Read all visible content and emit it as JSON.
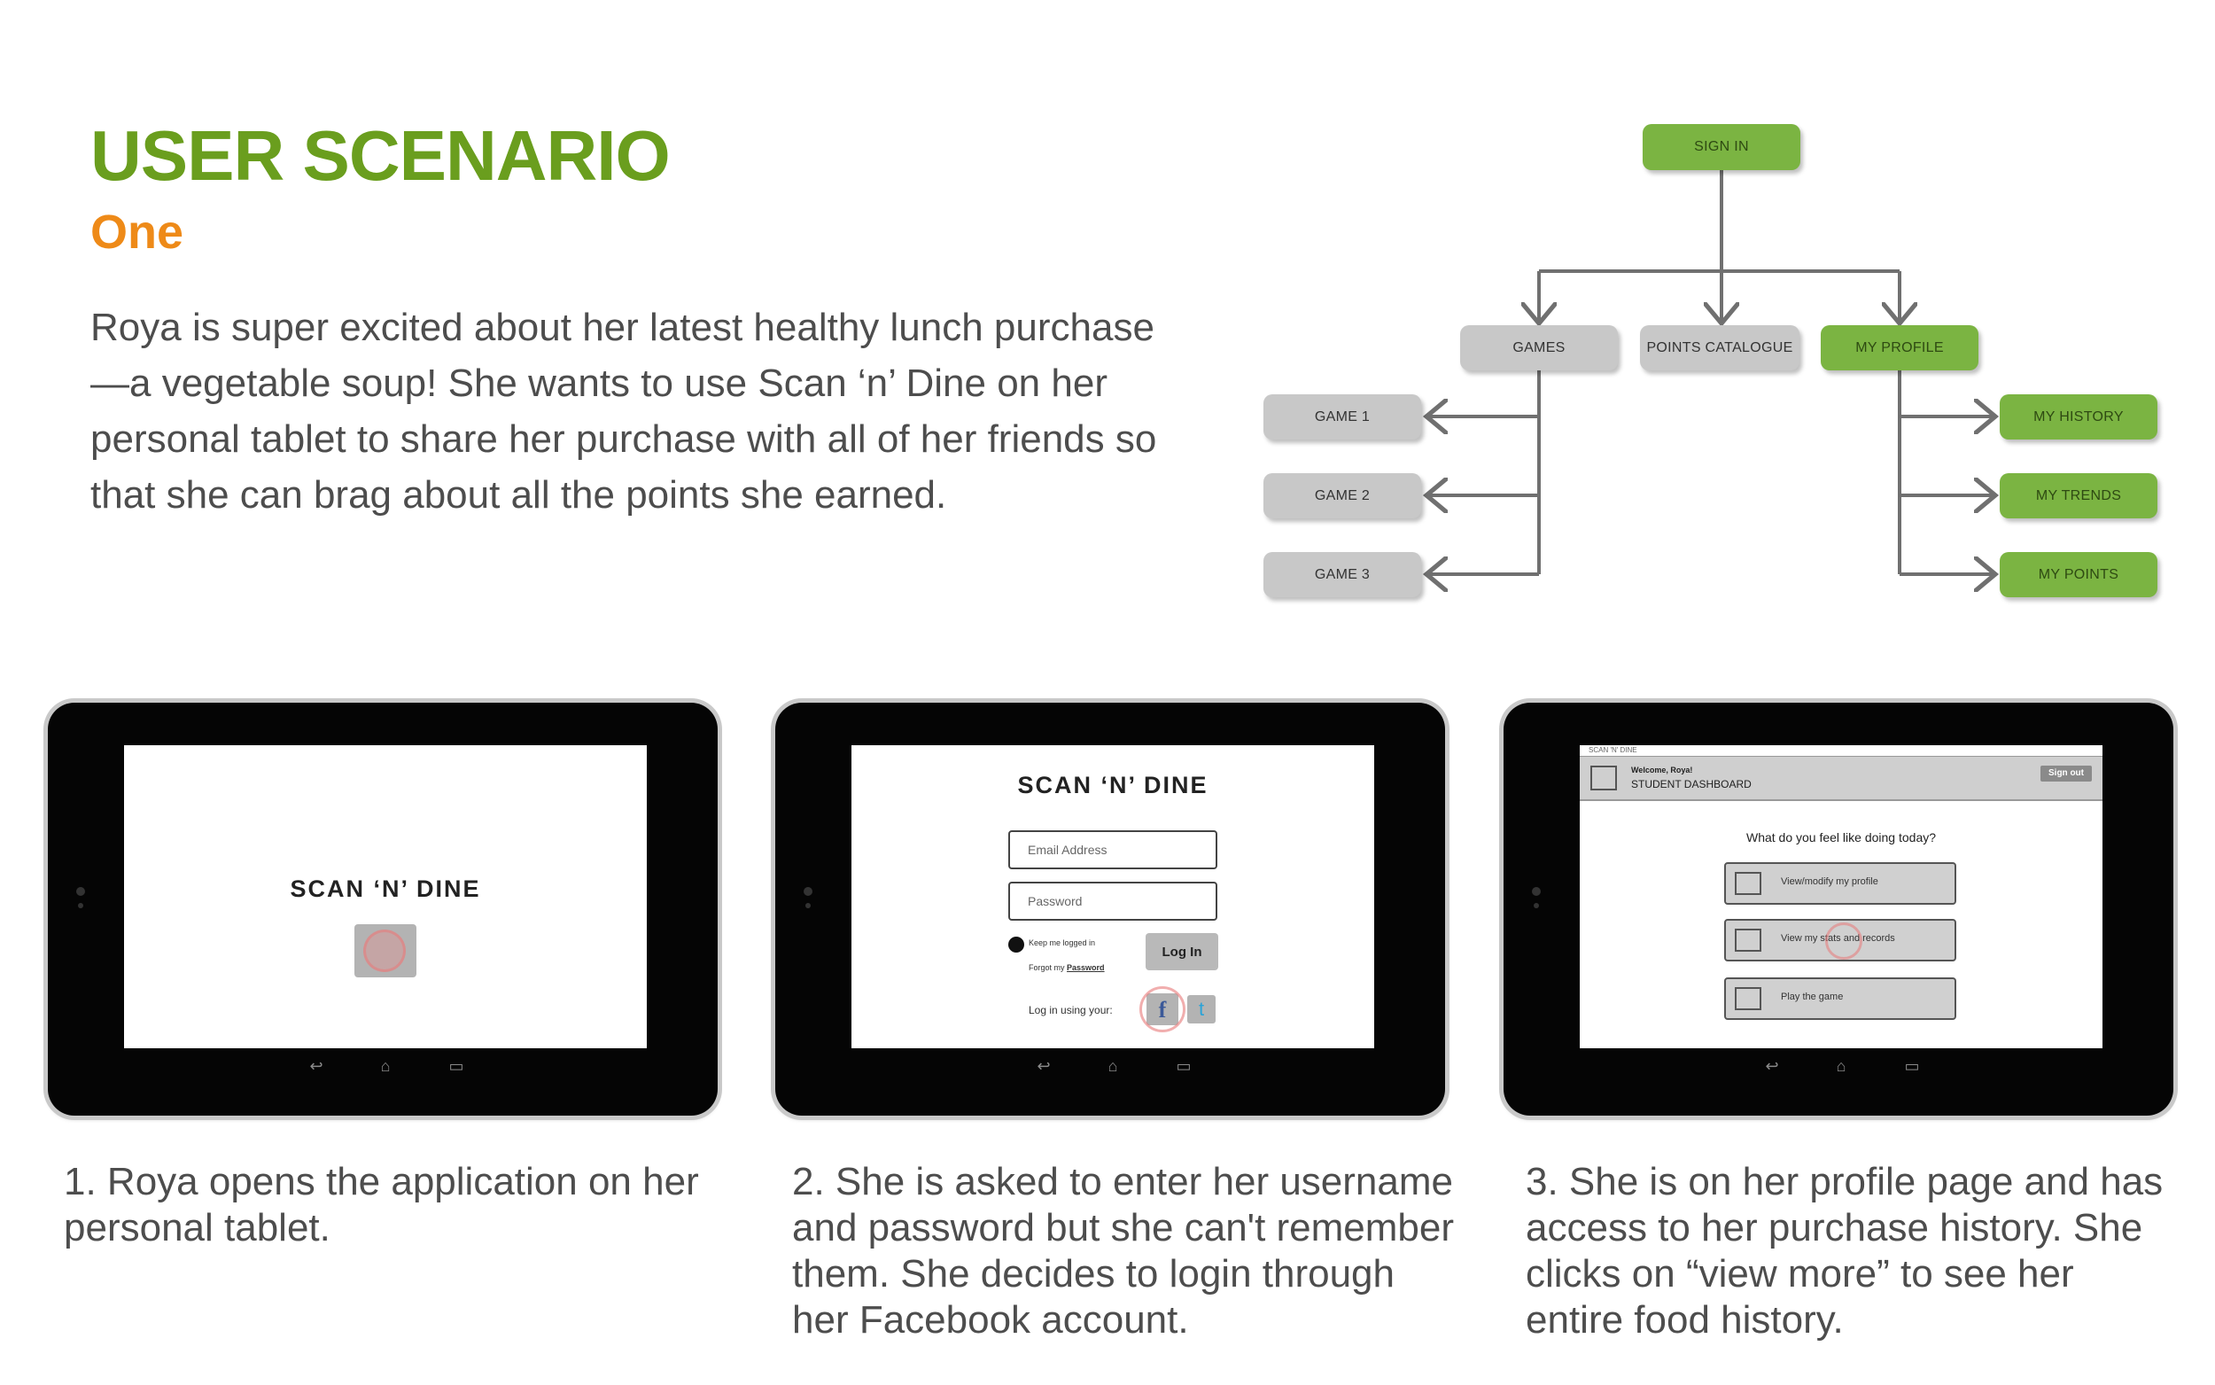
{
  "header": {
    "title": "USER SCENARIO",
    "subtitle": "One",
    "intro": "Roya is super excited about her latest healthy lunch purchase—a vegetable soup! She wants to use Scan ‘n’ Dine on her personal tablet to share her purchase with all of her friends so that she can brag about all the points she earned."
  },
  "flow": {
    "sign_in": "SIGN IN",
    "games": "GAMES",
    "points_catalogue": "POINTS CATALOGUE",
    "my_profile": "MY PROFILE",
    "game_1": "GAME 1",
    "game_2": "GAME 2",
    "game_3": "GAME 3",
    "my_history": "MY HISTORY",
    "my_trends": "MY TRENDS",
    "my_points": "MY POINTS",
    "colors": {
      "green": "#7bb442",
      "gray": "#c8c8c8",
      "line": "#707070"
    }
  },
  "screen1": {
    "app_name": "SCAN ‘N’ DINE"
  },
  "screen2": {
    "app_name": "SCAN ‘N’ DINE",
    "email_placeholder": "Email Address",
    "password_placeholder": "Password",
    "keep_logged_in": "Keep me logged in",
    "forgot_prefix": "Forgot my",
    "forgot_link": "Password",
    "login_button": "Log In",
    "social_label": "Log in using your:"
  },
  "screen3": {
    "top_label": "SCAN 'N' DINE",
    "welcome": "Welcome, Roya!",
    "dashboard": "STUDENT DASHBOARD",
    "sign_out": "Sign out",
    "question": "What do you feel like doing today?",
    "options": [
      "View/modify my profile",
      "View my stats and records",
      "Play the game"
    ]
  },
  "captions": [
    "1. Roya opens the application on her personal tablet.",
    "2. She is asked to enter her username and password but she can't remember them. She decides to login through her Facebook account.",
    "3. She is on her profile page and has access to her purchase history. She clicks on “view more” to see her entire food history."
  ],
  "colors": {
    "title": "#6a9e1e",
    "subtitle": "#ee8a18",
    "text": "#4d4d4d"
  }
}
